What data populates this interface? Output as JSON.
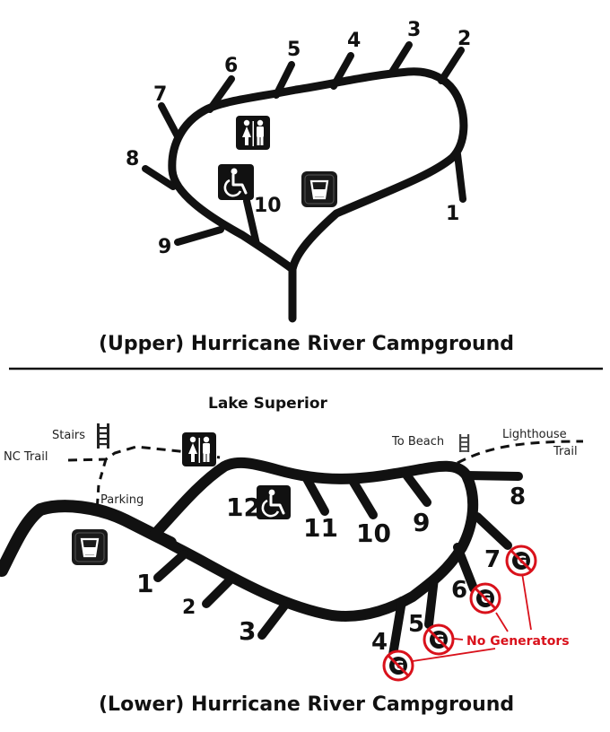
{
  "upper": {
    "caption": "(Upper) Hurricane River Campground",
    "sites": [
      "1",
      "2",
      "3",
      "4",
      "5",
      "6",
      "7",
      "8",
      "9",
      "10"
    ]
  },
  "lower": {
    "caption": "(Lower) Hurricane River Campground",
    "sites": [
      "1",
      "2",
      "3",
      "4",
      "5",
      "6",
      "7",
      "8",
      "9",
      "10",
      "11",
      "12"
    ],
    "labels": {
      "lake": "Lake Superior",
      "stairs": "Stairs",
      "nc_trail": "NC Trail",
      "parking": "Parking",
      "to_beach": "To Beach",
      "lighthouse_trail_1": "Lighthouse",
      "lighthouse_trail_2": "Trail",
      "no_generators": "No Generators"
    }
  },
  "icons": [
    "restroom-icon",
    "accessible-icon",
    "water-icon",
    "stairs-icon",
    "no-generator-icon"
  ],
  "colors": {
    "road": "#111111",
    "warning": "#d9111b",
    "icon_bg": "#111111"
  }
}
